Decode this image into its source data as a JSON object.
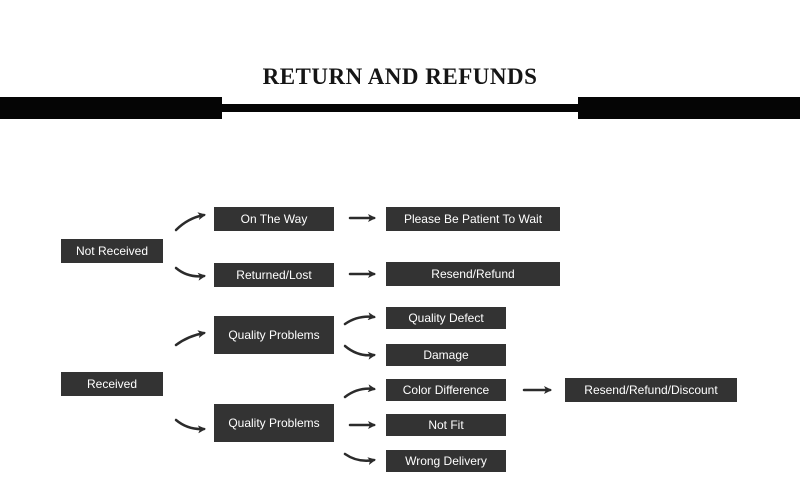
{
  "title": "RETURN AND REFUNDS",
  "nodes": {
    "not_received": "Not Received",
    "on_the_way": "On The Way",
    "please_wait": "Please Be Patient To Wait",
    "returned_lost": "Returned/Lost",
    "resend_refund": "Resend/Refund",
    "received": "Received",
    "quality_problems_1": "Quality Problems",
    "quality_defect": "Quality Defect",
    "damage": "Damage",
    "quality_problems_2": "Quality Problems",
    "color_difference": "Color Difference",
    "not_fit": "Not Fit",
    "wrong_delivery": "Wrong Delivery",
    "resend_refund_discount": "Resend/Refund/Discount"
  },
  "colors": {
    "box_fill": "#333333",
    "box_text": "#ffffff",
    "arrow": "#2b2b2b",
    "rule": "#050505"
  }
}
